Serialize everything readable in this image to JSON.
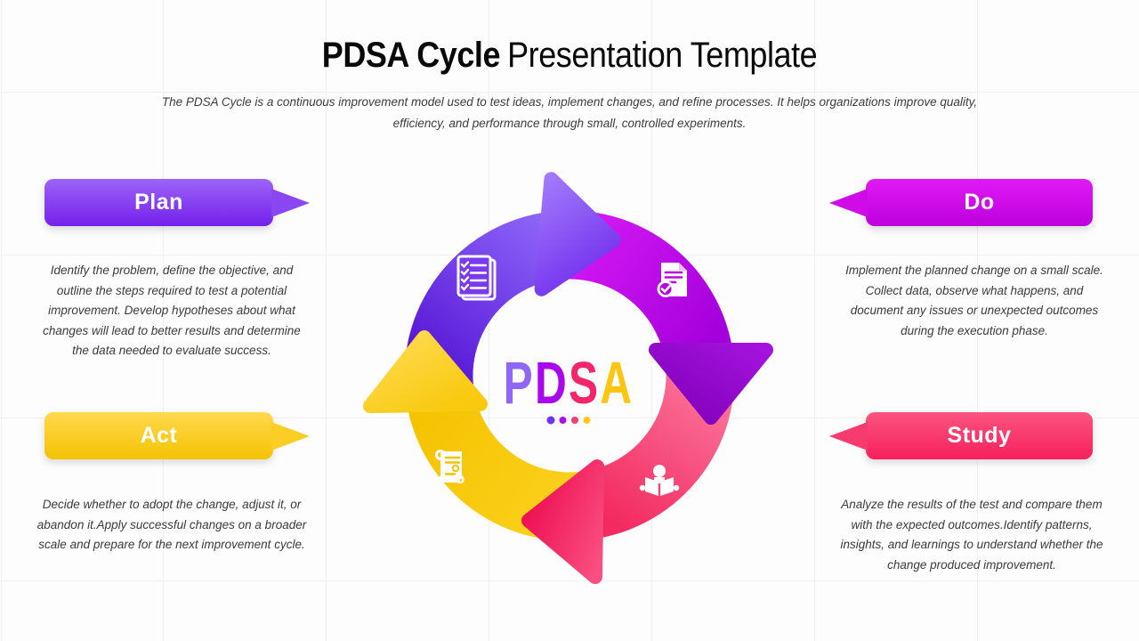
{
  "title": {
    "bold": "PDSA Cycle",
    "regular": "Presentation Template"
  },
  "subtitle": "The PDSA Cycle is a continuous improvement model used to test ideas, implement changes, and refine processes. It helps organizations improve quality, efficiency, and performance through small, controlled experiments.",
  "center": {
    "word": "PDSA",
    "letters": [
      {
        "char": "P",
        "color": "#8f66f5"
      },
      {
        "char": "D",
        "color": "#a808ea"
      },
      {
        "char": "S",
        "color": "#f5256b"
      },
      {
        "char": "A",
        "color": "#ffc513"
      }
    ],
    "dots": [
      "#6a35ee",
      "#ac10e8",
      "#f43f72",
      "#ffc81c"
    ]
  },
  "stages": [
    {
      "id": "plan",
      "label": "Plan",
      "side": "left",
      "banner_gradient": [
        "#9c64f8",
        "#7420eb"
      ],
      "pointer_color": "#8a46f3",
      "arc_gradient": [
        "#5311d3",
        "#8c64f8"
      ],
      "arrowhead_gradient": [
        "#a078fa",
        "#7331ee"
      ],
      "icon": "checklist-icon",
      "description": "Identify the problem, define the objective, and outline the steps required to test a potential improvement. Develop hypotheses about what changes will lead to better results and determine the data needed to evaluate success."
    },
    {
      "id": "do",
      "label": "Do",
      "side": "right",
      "banner_gradient": [
        "#e01af7",
        "#bd00dc"
      ],
      "pointer_color": "#cf0be8",
      "arc_gradient": [
        "#d81bf5",
        "#a400dc"
      ],
      "arrowhead_gradient": [
        "#a512de",
        "#7d00b6"
      ],
      "icon": "document-check-icon",
      "description": "Implement the planned change on a small scale. Collect data, observe what happens, and document any issues or unexpected outcomes during the execution phase."
    },
    {
      "id": "act",
      "label": "Act",
      "side": "left",
      "banner_gradient": [
        "#ffd94e",
        "#f4c303"
      ],
      "pointer_color": "#fbcd25",
      "arc_gradient": [
        "#fcd21f",
        "#f5c301"
      ],
      "arrowhead_gradient": [
        "#f8c90e",
        "#ffdc55"
      ],
      "icon": "scroll-icon",
      "description": "Decide whether to adopt the change, adjust it, or abandon it.Apply successful changes on a broader scale and prepare for the next improvement cycle."
    },
    {
      "id": "study",
      "label": "Study",
      "side": "right",
      "banner_gradient": [
        "#fb5580",
        "#f6205c"
      ],
      "pointer_color": "#f63b6e",
      "arc_gradient": [
        "#fb7ba0",
        "#f3295f"
      ],
      "arrowhead_gradient": [
        "#fa4f81",
        "#ee1253"
      ],
      "icon": "reading-person-icon",
      "description": "Analyze the results of the test and compare them with the expected outcomes.Identify patterns, insights, and learnings to understand whether the change produced improvement."
    }
  ],
  "background": {
    "color": "#fdfdfd",
    "grid_color": "#f1efef"
  }
}
